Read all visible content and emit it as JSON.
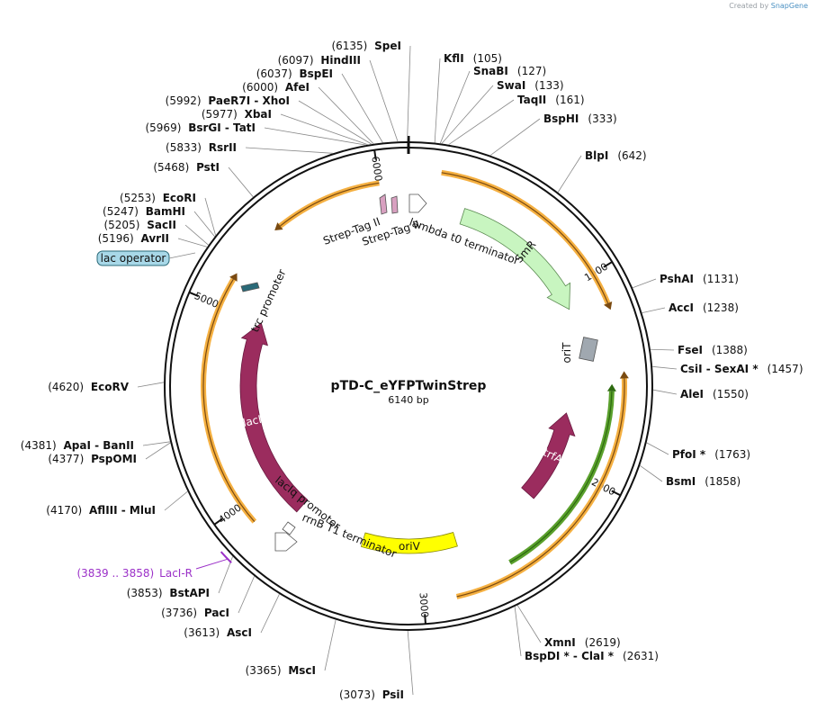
{
  "credit": {
    "prefix": "Created by",
    "brand": "SnapGene"
  },
  "plasmid": {
    "name": "pTD-C_eYFPTwinStrep",
    "size_label": "6140 bp",
    "length": 6140
  },
  "ticks": [
    "1000",
    "2000",
    "3000",
    "4000",
    "5000",
    "6000"
  ],
  "sites": [
    {
      "name": "SpeI",
      "pos": "(6135)",
      "bp": 6135,
      "side": "left"
    },
    {
      "name": "HindIII",
      "pos": "(6097)",
      "bp": 6097,
      "side": "left"
    },
    {
      "name": "BspEI",
      "pos": "(6037)",
      "bp": 6037,
      "side": "left"
    },
    {
      "name": "AfeI",
      "pos": "(6000)",
      "bp": 6000,
      "side": "left"
    },
    {
      "name": "PaeR7I  - XhoI",
      "pos": "(5992)",
      "bp": 5992,
      "side": "left"
    },
    {
      "name": "XbaI",
      "pos": "(5977)",
      "bp": 5977,
      "side": "left"
    },
    {
      "name": "BsrGI  - TatI",
      "pos": "(5969)",
      "bp": 5969,
      "side": "left"
    },
    {
      "name": "RsrII",
      "pos": "(5833)",
      "bp": 5833,
      "side": "left"
    },
    {
      "name": "PstI",
      "pos": "(5468)",
      "bp": 5468,
      "side": "left"
    },
    {
      "name": "EcoRI",
      "pos": "(5253)",
      "bp": 5253,
      "side": "left"
    },
    {
      "name": "BamHI",
      "pos": "(5247)",
      "bp": 5247,
      "side": "left"
    },
    {
      "name": "SacII",
      "pos": "(5205)",
      "bp": 5205,
      "side": "left"
    },
    {
      "name": "AvrII",
      "pos": "(5196)",
      "bp": 5196,
      "side": "left"
    },
    {
      "name": "EcoRV",
      "pos": "(4620)",
      "bp": 4620,
      "side": "left"
    },
    {
      "name": "ApaI  - BanII",
      "pos": "(4381)",
      "bp": 4381,
      "side": "left"
    },
    {
      "name": "PspOMI",
      "pos": "(4377)",
      "bp": 4377,
      "side": "left"
    },
    {
      "name": "AflIII  - MluI",
      "pos": "(4170)",
      "bp": 4170,
      "side": "left"
    },
    {
      "name": "BstAPI",
      "pos": "(3853)",
      "bp": 3853,
      "side": "left"
    },
    {
      "name": "PacI",
      "pos": "(3736)",
      "bp": 3736,
      "side": "left"
    },
    {
      "name": "AscI",
      "pos": "(3613)",
      "bp": 3613,
      "side": "left"
    },
    {
      "name": "MscI",
      "pos": "(3365)",
      "bp": 3365,
      "side": "left"
    },
    {
      "name": "PsiI",
      "pos": "(3073)",
      "bp": 3073,
      "side": "left"
    },
    {
      "name": "KflI",
      "pos": "(105)",
      "bp": 105,
      "side": "right"
    },
    {
      "name": "SnaBI",
      "pos": "(127)",
      "bp": 127,
      "side": "right"
    },
    {
      "name": "SwaI",
      "pos": "(133)",
      "bp": 133,
      "side": "right"
    },
    {
      "name": "TaqII",
      "pos": "(161)",
      "bp": 161,
      "side": "right"
    },
    {
      "name": "BspHI",
      "pos": "(333)",
      "bp": 333,
      "side": "right"
    },
    {
      "name": "BlpI",
      "pos": "(642)",
      "bp": 642,
      "side": "right"
    },
    {
      "name": "PshAI",
      "pos": "(1131)",
      "bp": 1131,
      "side": "right"
    },
    {
      "name": "AccI",
      "pos": "(1238)",
      "bp": 1238,
      "side": "right"
    },
    {
      "name": "FseI",
      "pos": "(1388)",
      "bp": 1388,
      "side": "right"
    },
    {
      "name": "CsiI  - SexAI *",
      "pos": "(1457)",
      "bp": 1457,
      "side": "right"
    },
    {
      "name": "AleI",
      "pos": "(1550)",
      "bp": 1550,
      "side": "right"
    },
    {
      "name": "PfoI *",
      "pos": "(1763)",
      "bp": 1763,
      "side": "right"
    },
    {
      "name": "BsmI",
      "pos": "(1858)",
      "bp": 1858,
      "side": "right"
    },
    {
      "name": "XmnI",
      "pos": "(2619)",
      "bp": 2619,
      "side": "right"
    },
    {
      "name": "BspDI *  - ClaI *",
      "pos": "(2631)",
      "bp": 2631,
      "side": "right"
    }
  ],
  "primer": {
    "name": "LacI-R",
    "range": "(3839 .. 3858)",
    "start": 3839,
    "end": 3858,
    "color": "#9b30c8"
  },
  "features": [
    {
      "name": "SmR",
      "start": 300,
      "end": 1100,
      "dir": 1,
      "color": "#c8f5c0",
      "label_color": "#111",
      "kind": "arrow"
    },
    {
      "name": "trfA",
      "start": 2250,
      "end": 1700,
      "dir": -1,
      "color": "#9b2c5e",
      "label_color": "#ffffff",
      "kind": "arrow"
    },
    {
      "name": "lacI",
      "start": 3780,
      "end": 5000,
      "dir": 1,
      "color": "#9b2c5e",
      "label_color": "#ffffff",
      "kind": "arrow"
    },
    {
      "name": "oriV",
      "start": 2780,
      "end": 3350,
      "dir": 0,
      "color": "#ffff00",
      "label_color": "#111",
      "kind": "box"
    },
    {
      "name": "oriT",
      "start": 1420,
      "end": 1480,
      "dir": 0,
      "color": "#a0a8b0",
      "label_color": "#111",
      "kind": "box"
    }
  ],
  "small_features": [
    {
      "name": "Strep-Tag II",
      "bp": 5930
    },
    {
      "name": "Strep-Tag II",
      "bp": 5980
    },
    {
      "name": "lambda t0 terminator",
      "bp": 6070
    },
    {
      "name": "trc promoter",
      "bp": 5330
    },
    {
      "name": "lacIq promoter",
      "bp": 3700
    },
    {
      "name": "rrnB T1 terminator",
      "bp": 3560
    }
  ],
  "lac_operator": {
    "label": "lac operator",
    "color": "#a8d8e8"
  },
  "orf_color": "#f5b041",
  "orf_inner_color": "#7a4a10",
  "green_orf_color": "#5aa02c"
}
